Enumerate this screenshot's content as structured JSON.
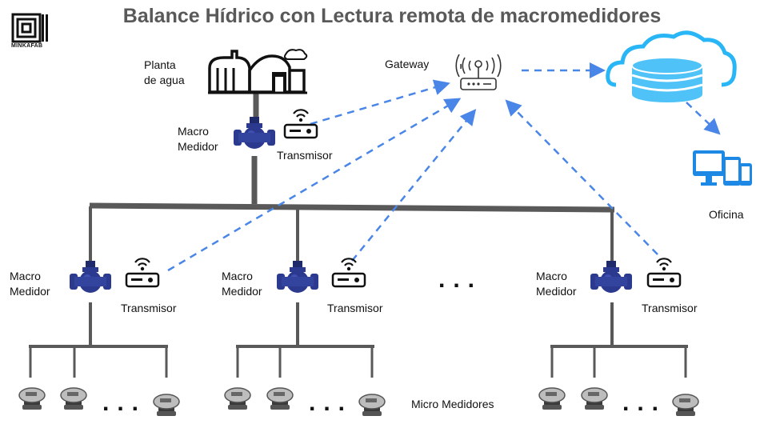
{
  "title": "Balance Hídrico con Lectura remota de macromedidores",
  "logo": {
    "text": "MINKAFAB"
  },
  "nodes": {
    "plant": {
      "label_line1": "Planta",
      "label_line2": "de agua",
      "icon": "water-plant-icon"
    },
    "main_meter": {
      "label_line1": "Macro",
      "label_line2": "Medidor",
      "transmitter_label": "Transmisor"
    },
    "gateway": {
      "label": "Gateway",
      "icon": "wifi-router-icon"
    },
    "cloud": {
      "icon": "cloud-database-icon"
    },
    "office": {
      "label": "Oficina",
      "icon": "devices-icon"
    },
    "branch_meters": [
      {
        "label_line1": "Macro",
        "label_line2": "Medidor",
        "transmitter_label": "Transmisor"
      },
      {
        "label_line1": "Macro",
        "label_line2": "Medidor",
        "transmitter_label": "Transmisor"
      },
      {
        "label_line1": "Macro",
        "label_line2": "Medidor",
        "transmitter_label": "Transmisor"
      }
    ],
    "micro_meters_label": "Micro Medidores",
    "ellipsis": "..."
  },
  "colors": {
    "pipe": "#595959",
    "link": "#4a86e8",
    "meter_blue": "#2b3a8f",
    "cloud_blue": "#29b6f6",
    "office_blue": "#1e88e5",
    "title": "#595959"
  }
}
